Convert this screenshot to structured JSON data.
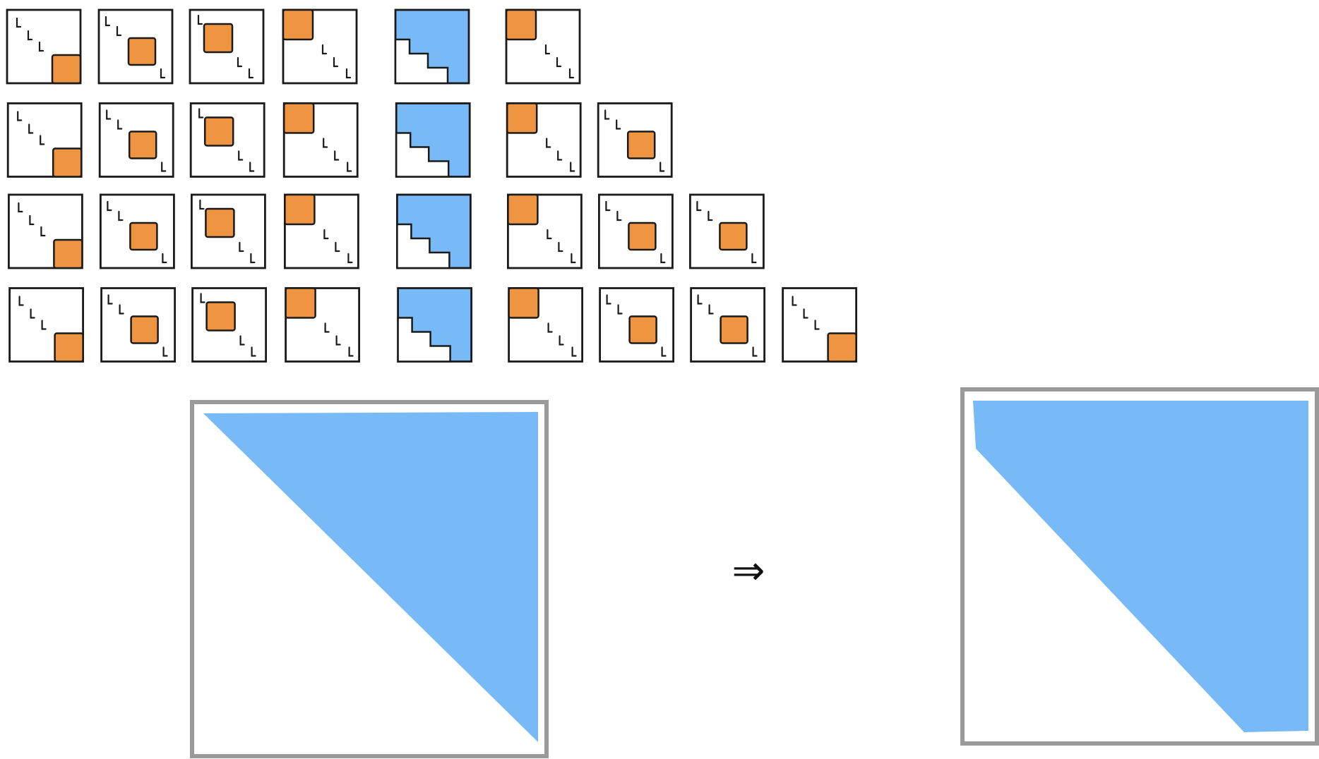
{
  "colors": {
    "orange_block": "#ef9440",
    "blue_fill": "#78baf7",
    "outline_dark": "#1a1a1a",
    "big_frame_gray": "#9a9a9a",
    "tick_marks": "#1a1a1a",
    "background": "#ffffff"
  },
  "grid": {
    "rows": [
      {
        "cells": [
          "bottom-right",
          "middle",
          "upper-middle",
          "top-left",
          "staircase",
          "top-left"
        ]
      },
      {
        "cells": [
          "bottom-right",
          "middle",
          "upper-middle",
          "top-left",
          "staircase",
          "top-left",
          "middle"
        ]
      },
      {
        "cells": [
          "bottom-right",
          "middle",
          "upper-middle",
          "top-left",
          "staircase",
          "top-left",
          "middle",
          "middle"
        ]
      },
      {
        "cells": [
          "bottom-right",
          "middle",
          "upper-middle",
          "top-left",
          "staircase",
          "top-left",
          "middle",
          "middle",
          "bottom-right"
        ]
      }
    ]
  },
  "comparison": {
    "left_panel": {
      "shape": "upper-triangle"
    },
    "arrow": "⇒",
    "right_panel": {
      "shape": "upper-triangle-widened"
    }
  }
}
